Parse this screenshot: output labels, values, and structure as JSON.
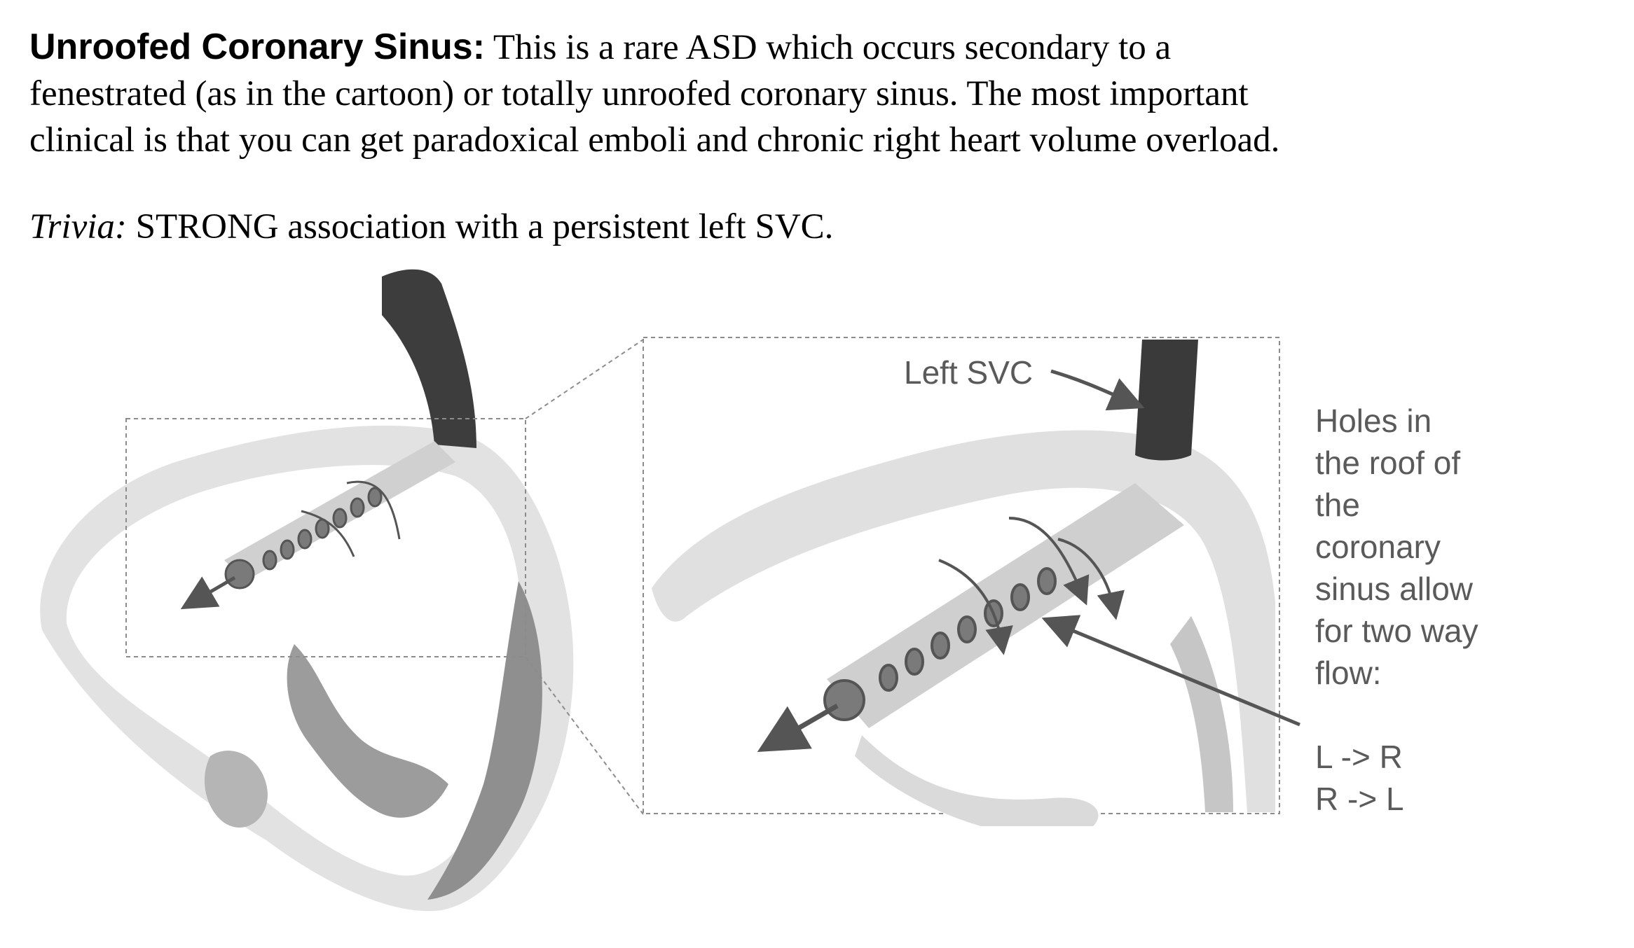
{
  "text": {
    "heading": "Unroofed Coronary Sinus:",
    "body_line1": " This is a rare ASD which occurs secondary to a",
    "body_line2": "fenestrated (as in the cartoon) or totally unroofed coronary sinus. The most important",
    "body_line3": "clinical is that you can get paradoxical emboli and chronic right heart volume overload.",
    "trivia_label": "Trivia:",
    "trivia_text": " STRONG association with a persistent left SVC."
  },
  "figure": {
    "label_left_svc": "Left SVC",
    "holes_label_lines": [
      "Holes in",
      "the roof of",
      "the",
      "coronary",
      "sinus allow",
      "for two way",
      "flow:"
    ],
    "flow_l_to_r": "L -> R",
    "flow_r_to_l": "R -> L"
  },
  "colors": {
    "text": "#000000",
    "label_gray": "#5a5a5a",
    "svc_dark": "#3a3a3a",
    "heart_light": "#d9d9d9",
    "heart_mid": "#a8a8a8",
    "heart_dark": "#8a8a8a",
    "dash_box": "#8c8c8c"
  }
}
